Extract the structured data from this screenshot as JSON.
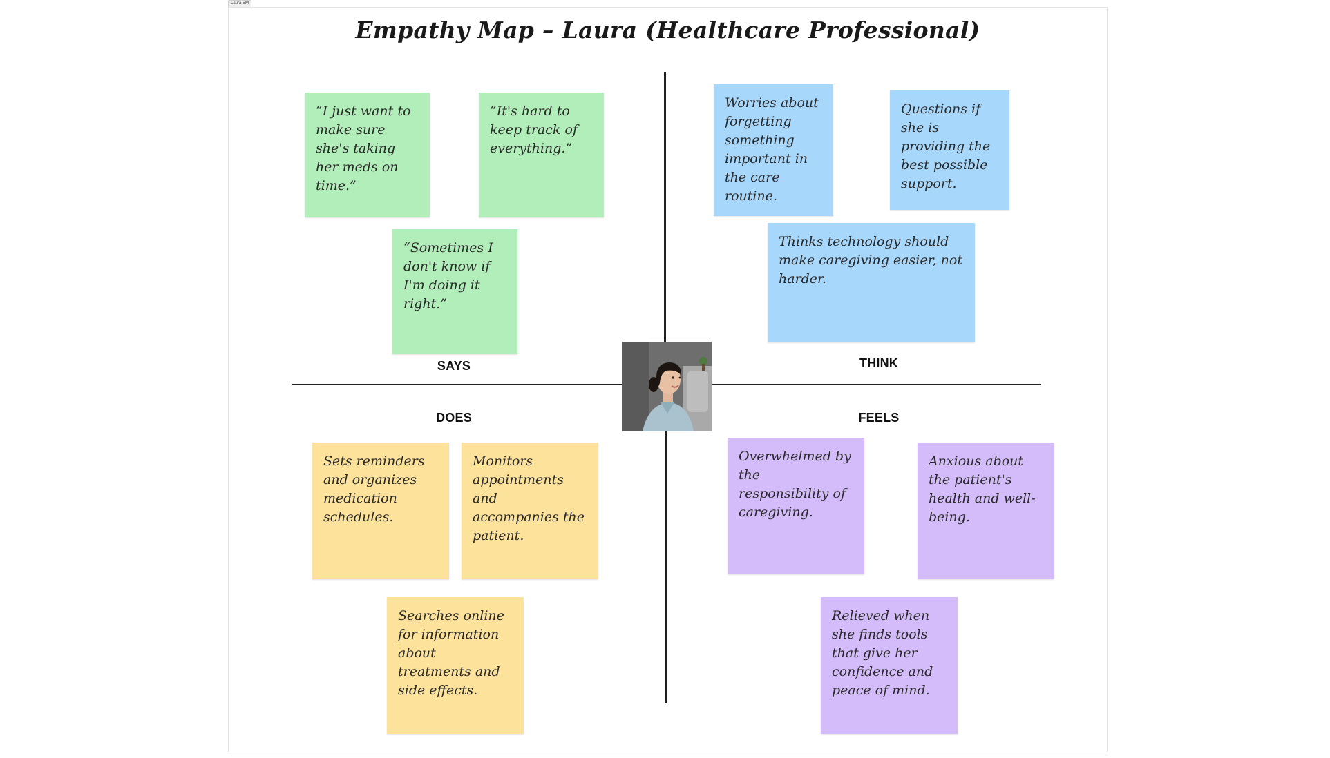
{
  "frame": {
    "label": "Laura EM"
  },
  "title": "Empathy Map – Laura (Healthcare Professional)",
  "quadrants": {
    "says": "SAYS",
    "think": "THINK",
    "does": "DOES",
    "feels": "FEELS"
  },
  "notes": {
    "says": [
      "“I just want to make sure she's taking her meds on time.”",
      "“It's hard to keep track of everything.”",
      "“Sometimes I don't know if I'm doing it right.”"
    ],
    "think": [
      "Worries about forgetting something important in the care routine.",
      "Questions if she is providing the best possible support.",
      "Thinks technology should make caregiving easier, not harder."
    ],
    "does": [
      "Sets reminders and organizes medication schedules.",
      "Monitors appointments and accompanies the patient.",
      "Searches online for information about treatments and side effects."
    ],
    "feels": [
      "Overwhelmed by the responsibility of caregiving.",
      "Anxious about the patient's health and well-being.",
      "Relieved when she finds tools that give her confidence and peace of mind."
    ]
  },
  "colors": {
    "says": "#b2eeb9",
    "think": "#a8d7fc",
    "does": "#fde29b",
    "feels": "#d4bcfb"
  },
  "persona_photo": {
    "icon": "persona-photo"
  }
}
